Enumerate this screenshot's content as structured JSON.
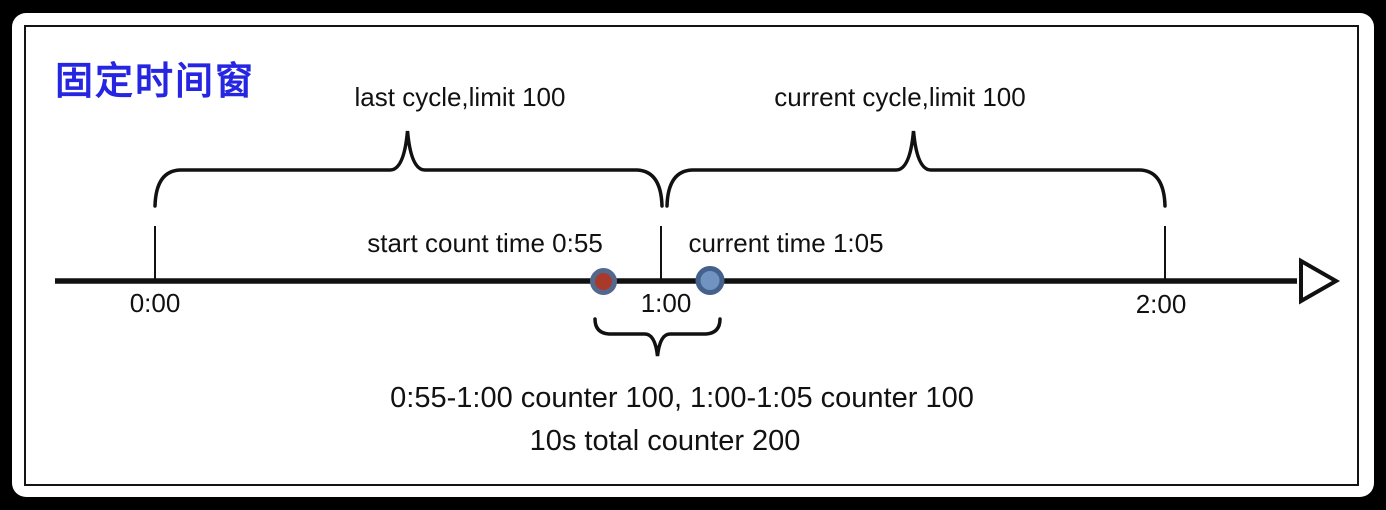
{
  "title": {
    "text": "固定时间窗",
    "color": "#2626e2"
  },
  "cycles": {
    "last": {
      "label": "last cycle,limit 100"
    },
    "current": {
      "label": "current cycle,limit 100"
    }
  },
  "timeline": {
    "ticks": [
      {
        "label": "0:00"
      },
      {
        "label": "1:00"
      },
      {
        "label": "2:00"
      }
    ]
  },
  "markers": {
    "start_count": {
      "label": "start count time 0:55",
      "color": "#a9392b",
      "ring": "#54688e"
    },
    "current_time": {
      "label": "current time 1:05",
      "color": "#7193c2",
      "ring": "#44618c"
    }
  },
  "summary": {
    "line1": "0:55-1:00 counter 100, 1:00-1:05 counter 100",
    "line2": "10s total counter 200"
  }
}
